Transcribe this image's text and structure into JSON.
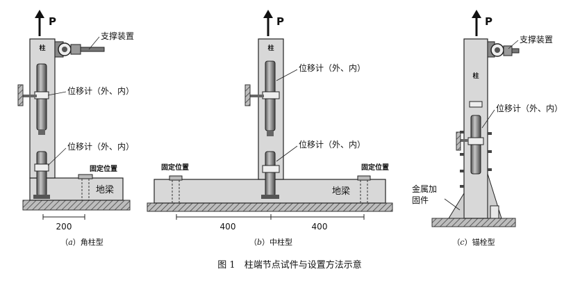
{
  "load_label": "P",
  "diagram_a": {
    "column_label": "柱",
    "support_label": "支撑装置",
    "gauge_upper_label": "位移计（外、内）",
    "gauge_lower_label": "位移计（外、内）",
    "fixed_label": "固定位置",
    "beam_label": "地梁",
    "dimension": "200",
    "caption_prefix": "（",
    "caption_letter": "a",
    "caption_suffix": "）角柱型"
  },
  "diagram_b": {
    "column_label": "柱",
    "gauge_upper_label": "位移计（外、内）",
    "gauge_lower_label": "位移计（外、内）",
    "fixed_left_label": "固定位置",
    "fixed_right_label": "固定位置",
    "beam_label": "地梁",
    "dimension_left": "400",
    "dimension_right": "400",
    "caption_prefix": "（",
    "caption_letter": "b",
    "caption_suffix": "）中柱型"
  },
  "diagram_c": {
    "column_label": "柱",
    "support_label": "支撑装置",
    "gauge_label": "位移计（外、内）",
    "fixture_label_line1": "金属加",
    "fixture_label_line2": "固件",
    "caption_prefix": "（",
    "caption_letter": "c",
    "caption_suffix": "）锚栓型"
  },
  "figure_caption": "图 1　柱端节点试件与设置方法示意",
  "colors": {
    "concrete": "#d6d6d6",
    "outline": "#1a1a1a",
    "gauge": "#8a8a8a",
    "ground": "#7a7a7a"
  }
}
